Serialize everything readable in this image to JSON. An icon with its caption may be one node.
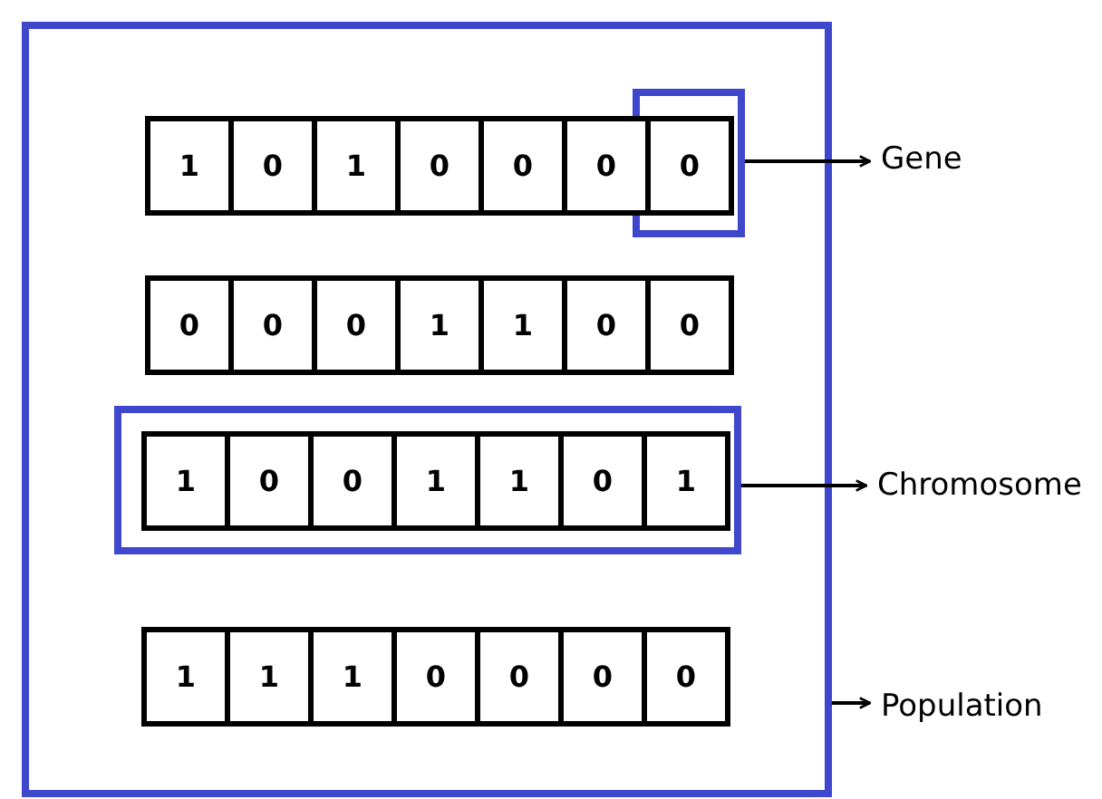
{
  "diagram": {
    "nodes": [
      {
        "text": [],
        "shape": "box"
      },
      {
        "text": [],
        "shape": "box",
        "in": 0
      },
      {
        "text": [
          "1"
        ],
        "in": 0
      },
      {
        "text": [
          "0"
        ],
        "in": 0
      },
      {
        "text": [
          "1"
        ],
        "in": 0
      },
      {
        "text": [
          "0"
        ],
        "in": 0
      },
      {
        "text": [
          "0"
        ],
        "in": 0
      },
      {
        "text": [
          "0"
        ],
        "in": 0
      },
      {
        "text": [
          "0"
        ],
        "in": 1
      },
      {
        "text": [
          "0"
        ],
        "in": 0
      },
      {
        "text": [
          "0"
        ],
        "in": 0
      },
      {
        "text": [
          "0"
        ],
        "in": 0
      },
      {
        "text": [
          "1"
        ],
        "in": 0
      },
      {
        "text": [
          "1"
        ],
        "in": 0
      },
      {
        "text": [
          "0"
        ],
        "in": 0
      },
      {
        "text": [
          "0"
        ],
        "in": 0
      },
      {
        "text": [],
        "shape": "box",
        "in": 0
      },
      {
        "text": [
          "1"
        ],
        "in": 16
      },
      {
        "text": [
          "0"
        ],
        "in": 16
      },
      {
        "text": [
          "0"
        ],
        "in": 16
      },
      {
        "text": [
          "1"
        ],
        "in": 16
      },
      {
        "text": [
          "1"
        ],
        "in": 16
      },
      {
        "text": [
          "0"
        ],
        "in": 16
      },
      {
        "text": [
          "1"
        ],
        "in": 16
      },
      {
        "text": [
          "1"
        ],
        "in": 0
      },
      {
        "text": [
          "1"
        ],
        "in": 0
      },
      {
        "text": [
          "1"
        ],
        "in": 0
      },
      {
        "text": [
          "0"
        ],
        "in": 0
      },
      {
        "text": [
          "0"
        ],
        "in": 0
      },
      {
        "text": [
          "0"
        ],
        "in": 0
      },
      {
        "text": [
          "0"
        ],
        "in": 0
      },
      {
        "text": [
          "Gene"
        ]
      },
      {
        "text": [
          "Chromosome"
        ]
      },
      {
        "text": [
          "Population"
        ]
      }
    ],
    "edges": [
      {
        "from": 1,
        "to": 31,
        "arrow": "to"
      },
      {
        "from": 16,
        "to": 32,
        "arrow": "to"
      },
      {
        "from": 0,
        "to": 33,
        "arrow": "to"
      }
    ]
  }
}
